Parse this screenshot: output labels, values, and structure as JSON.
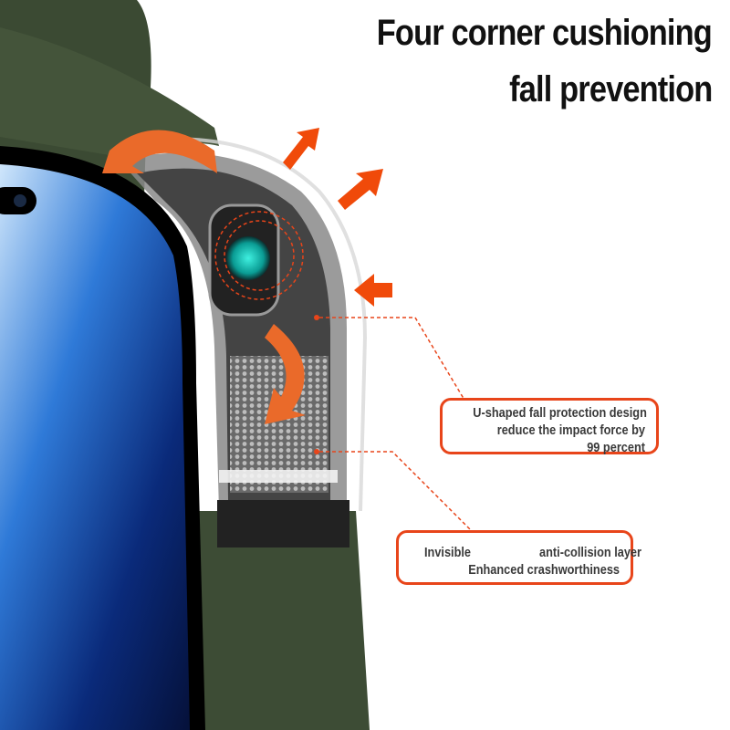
{
  "headline": {
    "line1": "Four corner cushioning",
    "line2": "fall prevention"
  },
  "callouts": {
    "u_shape": {
      "line1": "U-shaped fall protection design",
      "line2": "reduce the impact force by",
      "line3": "99 percent"
    },
    "layer": {
      "line1a": "Invisible",
      "line1b": "anti-collision layer",
      "line2": "Enhanced crashworthiness"
    }
  },
  "colors": {
    "accent": "#e8451a",
    "case_green": "#3b4a33",
    "text": "#3a3a3a"
  }
}
